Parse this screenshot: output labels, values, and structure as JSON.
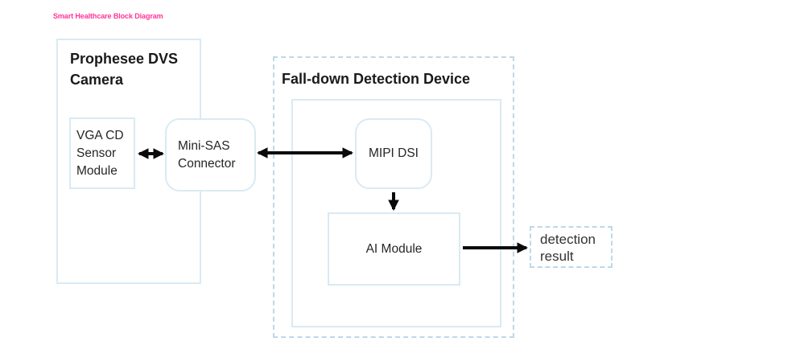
{
  "title": "Smart Healthcare Block Diagram",
  "colors": {
    "title_color": "#ff3399",
    "box_border": "#d9eaf3",
    "dashed_border": "#bcd9ea",
    "arrow_color": "#0a0a0a",
    "heading_color": "#1a1a1a",
    "text_color": "#262626",
    "canvas_bg": "#ffffff"
  },
  "diagram": {
    "camera_group": {
      "label": "Prophesee DVS Camera"
    },
    "vga_module": {
      "label": "VGA CD Sensor Module"
    },
    "minisas": {
      "label": "Mini-SAS Connector"
    },
    "detection_group": {
      "label": "Fall-down Detection Device"
    },
    "mipi": {
      "label": "MIPI DSI"
    },
    "ai_module": {
      "label": "AI Module"
    },
    "result": {
      "label": "detection result"
    },
    "connections": [
      {
        "from": "VGA CD Sensor Module",
        "to": "Mini-SAS Connector",
        "type": "bidirectional"
      },
      {
        "from": "Mini-SAS Connector",
        "to": "MIPI DSI",
        "type": "bidirectional"
      },
      {
        "from": "MIPI DSI",
        "to": "AI Module",
        "type": "directed"
      },
      {
        "from": "AI Module",
        "to": "detection result",
        "type": "directed"
      }
    ]
  }
}
